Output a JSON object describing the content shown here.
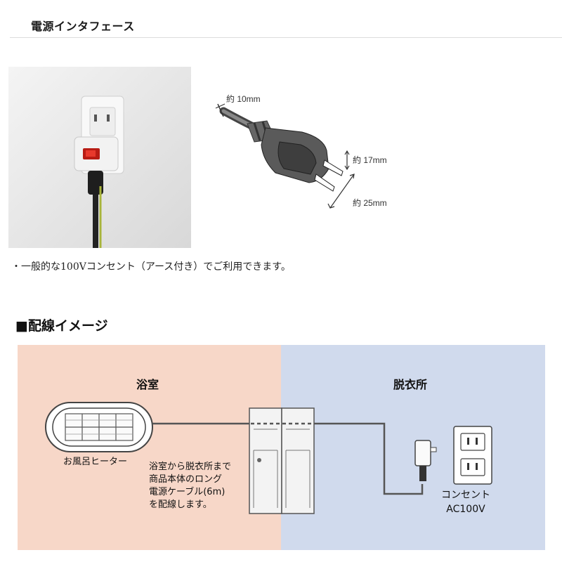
{
  "header": {
    "title": "電源インタフェース"
  },
  "plug": {
    "dim_width": "約 10mm",
    "dim_height": "約 17mm",
    "dim_length": "約 25mm"
  },
  "note": "・一般的な100Vコンセント（アース付き）でご利用できます。",
  "wiring": {
    "heading": "■配線イメージ",
    "room_bath": "浴室",
    "room_dress": "脱衣所",
    "heater_label": "お風呂ヒーター",
    "cable_desc": [
      "浴室から脱衣所まで",
      "商品本体のロング",
      "電源ケーブル(6m)",
      "を配線します。"
    ],
    "outlet_label": [
      "コンセント",
      "AC100V"
    ]
  },
  "colors": {
    "bath_bg": "#f7d7c8",
    "dress_bg": "#d0daed",
    "plug_body": "#555555",
    "switch_red": "#d42a1e"
  }
}
